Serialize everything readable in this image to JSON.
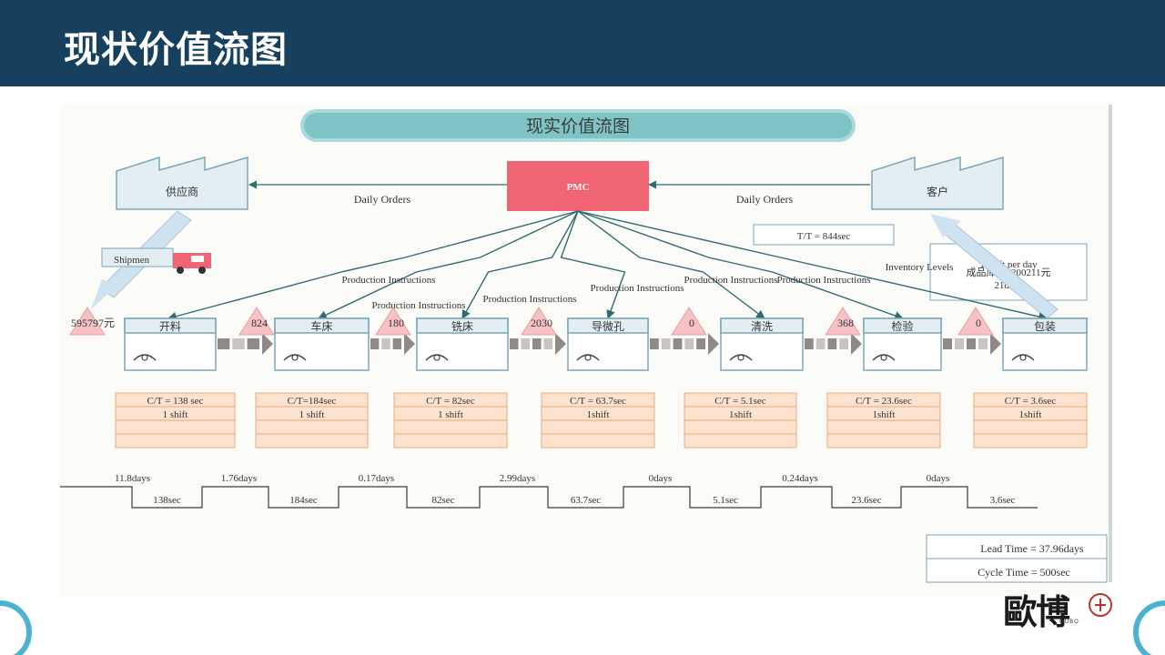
{
  "header": {
    "title": "现状价值流图"
  },
  "vsm": {
    "title": "现实价值流图",
    "supplier": "供应商",
    "customer": "客户",
    "pmc": "PMC",
    "daily_orders": "Daily Orders",
    "tt": "T/T = 844sec",
    "customer_note": [
      "1 shift per day",
      "成品库存1200211元",
      "21days"
    ],
    "shipment": "Shipmen",
    "instructions": [
      "Production Instructions",
      "Production Instructions",
      "Production Instructions",
      "Production Instructions",
      "Production Instructions",
      "Production Instructions"
    ],
    "inventory_levels": "Inventory Levels",
    "processes": [
      {
        "name": "开料",
        "ct": "C/T = 138 sec",
        "shift": "1 shift"
      },
      {
        "name": "车床",
        "ct": "C/T=184sec",
        "shift": "1  shift"
      },
      {
        "name": "铣床",
        "ct": "C/T = 82sec",
        "shift": "1  shift"
      },
      {
        "name": "导微孔",
        "ct": "C/T = 63.7sec",
        "shift": "1shift"
      },
      {
        "name": "清洗",
        "ct": "C/T = 5.1sec",
        "shift": "1shift"
      },
      {
        "name": "检验",
        "ct": "C/T = 23.6sec",
        "shift": "1shift"
      },
      {
        "name": "包装",
        "ct": "C/T = 3.6sec",
        "shift": "1shift"
      }
    ],
    "inventories": [
      "595797元",
      "824",
      "180",
      "2030",
      "0",
      "368",
      "0"
    ],
    "timeline_days": [
      "11.8days",
      "1.76days",
      "0.17days",
      "2.99days",
      "0days",
      "0.24days",
      "0days"
    ],
    "timeline_secs": [
      "138sec",
      "184sec",
      "82sec",
      "63.7sec",
      "5.1sec",
      "23.6sec",
      "3.6sec"
    ],
    "lead_time": "Lead Time = 37.96days",
    "cycle_time": "Cycle Time = 500sec"
  },
  "logo": {
    "text": "歐博",
    "sub": "OUBO"
  },
  "colors": {
    "header_bg": "#16405e",
    "title_bar": "#7fc4c4",
    "pmc": "#f06473",
    "process_stroke": "#7aa6b8",
    "ct_fill": "#fde3cf",
    "ct_stroke": "#e9a978",
    "line": "#2f6b73",
    "triangle_fill": "#f6c2c6"
  }
}
